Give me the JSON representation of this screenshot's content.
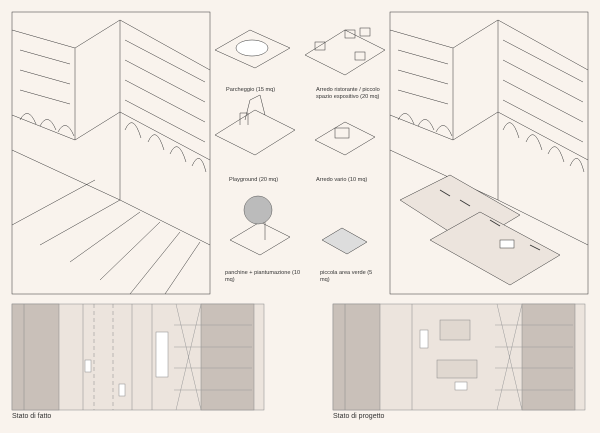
{
  "items": [
    {
      "label": "Parcheggio (15 mq)"
    },
    {
      "label": "Arredo ristorante / piccolo spazio espositivo (20 mq)"
    },
    {
      "label": "Playground (20 mq)"
    },
    {
      "label": "Arredo vario (10 mq)"
    },
    {
      "label": "panchine + piantumazione (10 mq)"
    },
    {
      "label": "piccola area verde (5 mq)"
    }
  ],
  "plans": [
    {
      "caption": "Stato di fatto"
    },
    {
      "caption": "Stato di progetto"
    }
  ],
  "colors": {
    "background": "#f9f3ed",
    "line": "#333333",
    "plan_dark": "#c9c0b9",
    "plan_light": "#ece4dd"
  }
}
